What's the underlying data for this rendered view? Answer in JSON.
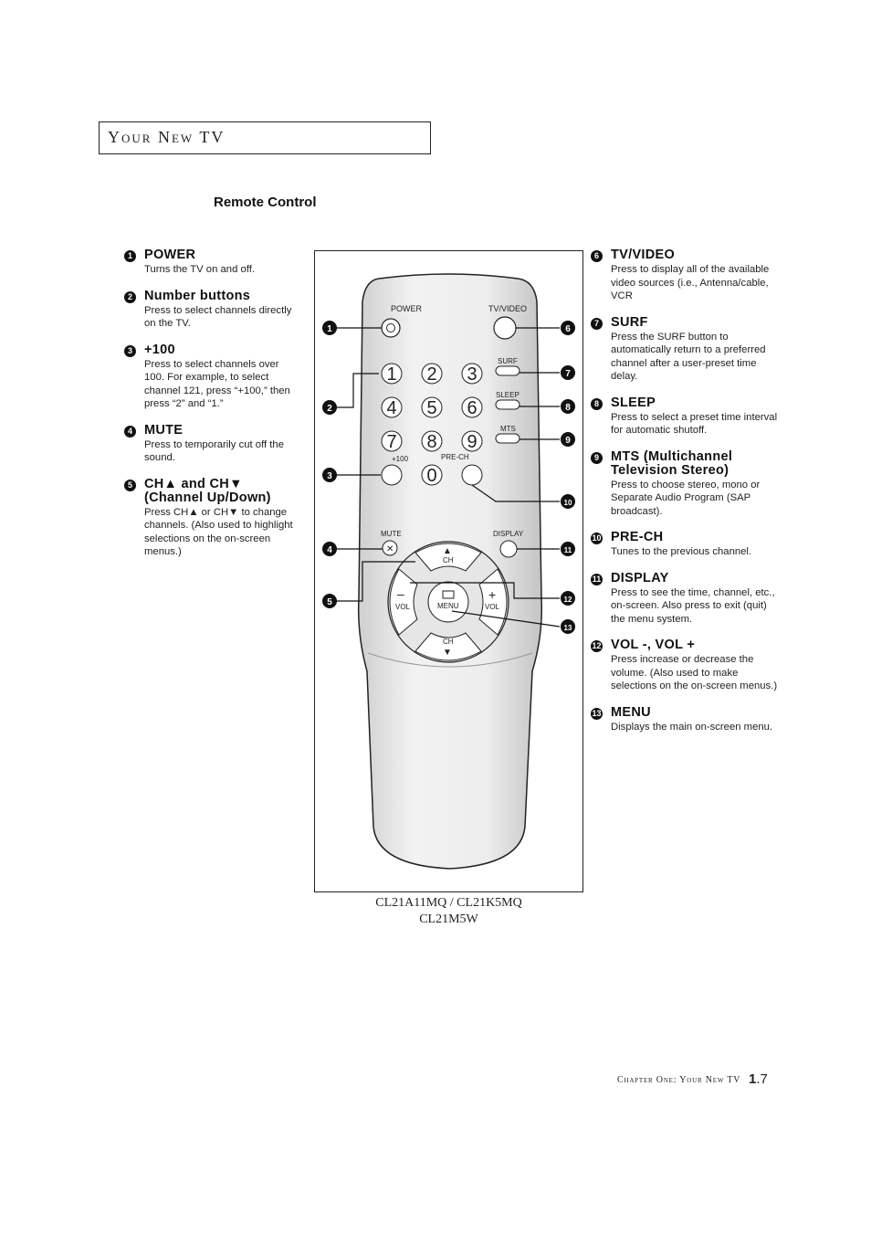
{
  "header": {
    "title": "Your New TV"
  },
  "section_title": "Remote Control",
  "left_items": [
    {
      "n": "1",
      "title": "POWER",
      "desc": "Turns the TV on and off."
    },
    {
      "n": "2",
      "title": "Number buttons",
      "desc": "Press to select channels directly on the TV."
    },
    {
      "n": "3",
      "title": "+100",
      "desc": "Press to select channels over 100. For example, to select channel 121, press “+100,” then press “2” and “1.”"
    },
    {
      "n": "4",
      "title": "MUTE",
      "desc": "Press to temporarily cut off the sound."
    },
    {
      "n": "5",
      "title": "CH▲ and CH▼ (Channel Up/Down)",
      "desc": "Press CH▲ or CH▼ to change channels. (Also used to highlight selections on the on-screen menus.)"
    }
  ],
  "right_items": [
    {
      "n": "6",
      "title": "TV/VIDEO",
      "desc": "Press to display all of the available video sources (i.e., Antenna/cable, VCR"
    },
    {
      "n": "7",
      "title": "SURF",
      "desc": "Press the SURF button to automatically return to a preferred channel after a user-preset time delay."
    },
    {
      "n": "8",
      "title": "SLEEP",
      "desc": "Press to select a preset time interval for automatic shutoff."
    },
    {
      "n": "9",
      "title": "MTS (Multichannel Television Stereo)",
      "desc": "Press to choose stereo, mono or Separate Audio Program (SAP broadcast)."
    },
    {
      "n": "10",
      "title": "PRE-CH",
      "desc": "Tunes to the previous channel."
    },
    {
      "n": "11",
      "title": "DISPLAY",
      "desc": "Press to see the time, channel, etc., on-screen. Also press to exit (quit) the menu system."
    },
    {
      "n": "12",
      "title": "VOL -, VOL +",
      "desc": "Press increase or decrease the volume. (Also used to make selections on the on-screen menus.)"
    },
    {
      "n": "13",
      "title": "MENU",
      "desc": "Displays the main on-screen menu."
    }
  ],
  "remote": {
    "power": "POWER",
    "tvvideo": "TV/VIDEO",
    "surf": "SURF",
    "sleep": "SLEEP",
    "mts": "MTS",
    "plus100": "+100",
    "prech": "PRE-CH",
    "mute": "MUTE",
    "display": "DISPLAY",
    "ch": "CH",
    "vol": "VOL",
    "menu": "MENU",
    "digits": [
      "1",
      "2",
      "3",
      "4",
      "5",
      "6",
      "7",
      "8",
      "9",
      "0"
    ]
  },
  "caption": {
    "line1": "CL21A11MQ / CL21K5MQ",
    "line2": "CL21M5W"
  },
  "footer": {
    "chapter": "Chapter One: Your New TV",
    "page_bold": "1",
    "page_rest": ".7"
  }
}
